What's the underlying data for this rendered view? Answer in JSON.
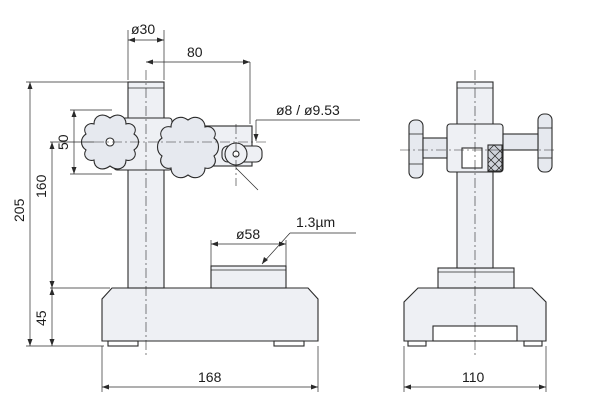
{
  "dimensions": {
    "column_diameter": "ø30",
    "arm_offset": "80",
    "holder_diameter": "ø8 / ø9.53",
    "vertical_50": "50",
    "height_160": "160",
    "total_height": "205",
    "base_height": "45",
    "anvil_diameter": "ø58",
    "flatness": "1.3µm",
    "base_length": "168",
    "base_width": "110"
  }
}
